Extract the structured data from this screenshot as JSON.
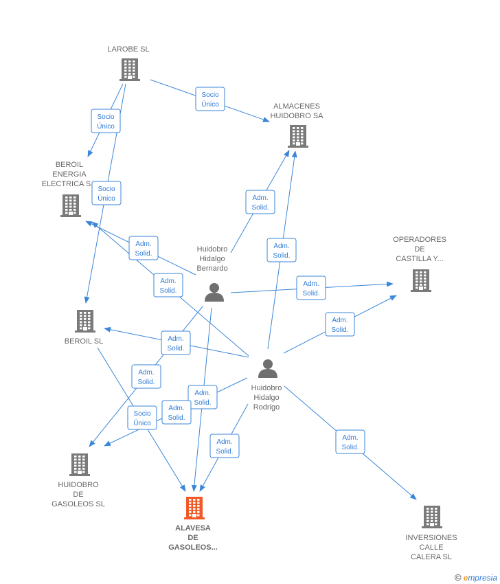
{
  "colors": {
    "edge": "#3a86d8",
    "building": "#7a7a7a",
    "building_main": "#ef5a28",
    "person": "#6f6f6f",
    "label": "#666666"
  },
  "nodes": [
    {
      "id": "larobe",
      "type": "building",
      "lines": [
        "LAROBE SL"
      ]
    },
    {
      "id": "almacenes",
      "type": "building",
      "lines": [
        "ALMACENES",
        "HUIDOBRO SA"
      ]
    },
    {
      "id": "beroil_energia",
      "type": "building",
      "lines": [
        "BEROIL",
        "ENERGIA",
        "ELECTRICA  S..."
      ]
    },
    {
      "id": "operadores",
      "type": "building",
      "lines": [
        "OPERADORES",
        "DE",
        "CASTILLA Y..."
      ]
    },
    {
      "id": "bernardo",
      "type": "person",
      "lines": [
        "Huidobro",
        "Hidalgo",
        "Bernardo"
      ]
    },
    {
      "id": "beroil",
      "type": "building",
      "lines": [
        "BEROIL SL"
      ]
    },
    {
      "id": "rodrigo",
      "type": "person",
      "lines": [
        "Huidobro",
        "Hidalgo",
        "Rodrigo"
      ]
    },
    {
      "id": "gasoleos",
      "type": "building",
      "lines": [
        "HUIDOBRO",
        "DE",
        "GASOLEOS SL"
      ]
    },
    {
      "id": "alavesa",
      "type": "building_main",
      "lines": [
        "ALAVESA",
        "DE",
        "GASOLEOS..."
      ]
    },
    {
      "id": "inversiones",
      "type": "building",
      "lines": [
        "INVERSIONES",
        "CALLE",
        "CALERA  SL"
      ]
    }
  ],
  "edges": [
    {
      "from": "larobe",
      "to": "almacenes",
      "label": [
        "Socio",
        "Único"
      ]
    },
    {
      "from": "larobe",
      "to": "beroil_energia",
      "label": [
        "Socio",
        "Único"
      ]
    },
    {
      "from": "larobe",
      "to": "beroil",
      "label": [
        "Socio",
        "Único"
      ]
    },
    {
      "from": "bernardo",
      "to": "almacenes",
      "label": [
        "Adm.",
        "Solid."
      ]
    },
    {
      "from": "bernardo",
      "to": "beroil_energia",
      "label": [
        "Adm.",
        "Solid."
      ]
    },
    {
      "from": "bernardo",
      "to": "operadores",
      "label": [
        "Adm.",
        "Solid."
      ]
    },
    {
      "from": "bernardo",
      "to": "gasoleos",
      "label": [
        "Adm.",
        "Solid."
      ]
    },
    {
      "from": "bernardo",
      "to": "alavesa",
      "label": [
        "Adm.",
        "Solid."
      ]
    },
    {
      "from": "rodrigo",
      "to": "almacenes",
      "label": [
        "Adm.",
        "Solid."
      ]
    },
    {
      "from": "rodrigo",
      "to": "beroil_energia",
      "label": [
        "Adm.",
        "Solid."
      ]
    },
    {
      "from": "rodrigo",
      "to": "operadores",
      "label": [
        "Adm.",
        "Solid."
      ]
    },
    {
      "from": "rodrigo",
      "to": "beroil",
      "label": [
        "Adm.",
        "Solid."
      ]
    },
    {
      "from": "rodrigo",
      "to": "gasoleos",
      "label": [
        "Adm.",
        "Solid."
      ]
    },
    {
      "from": "rodrigo",
      "to": "alavesa",
      "label": [
        "Adm.",
        "Solid."
      ]
    },
    {
      "from": "rodrigo",
      "to": "inversiones",
      "label": [
        "Adm.",
        "Solid."
      ]
    },
    {
      "from": "beroil",
      "to": "alavesa",
      "label": [
        "Socio",
        "Único"
      ]
    }
  ],
  "watermark": {
    "copyright": "©",
    "brand_first": "e",
    "brand_rest": "mpresia"
  }
}
